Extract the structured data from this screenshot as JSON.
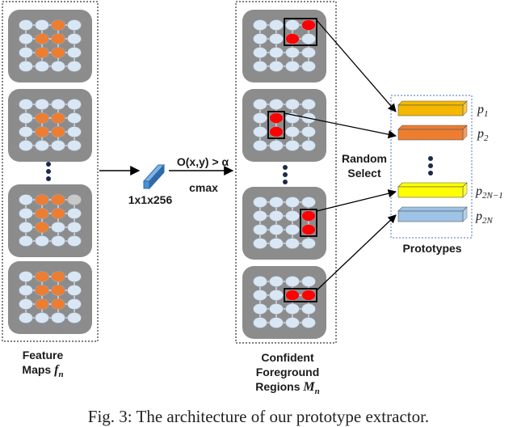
{
  "labels": {
    "feature_maps_line1": "Feature",
    "feature_maps_line2": "Maps",
    "feature_maps_symbol": "f",
    "feature_maps_sub": "n",
    "dim": "1x1x256",
    "condition": "O(x,y) > α",
    "cmax": "cmax",
    "regions_line1": "Confident",
    "regions_line2": "Foreground",
    "regions_line3": "Regions",
    "regions_symbol": "M",
    "regions_sub": "n",
    "random_line1": "Random",
    "random_line2": "Select",
    "prototypes": "Prototypes"
  },
  "prototypes": [
    {
      "symbol": "p",
      "sub": "1",
      "color": "#f5b800"
    },
    {
      "symbol": "p",
      "sub": "2",
      "color": "#ed7d31"
    },
    {
      "symbol": "p",
      "sub": "2N−1",
      "color": "#ffff00"
    },
    {
      "symbol": "p",
      "sub": "2N",
      "color": "#9dc3e6"
    }
  ],
  "caption": "Fig. 3: The architecture of our prototype extractor.",
  "colors": {
    "tile": "#8c8c8c",
    "node": "#d9e6f4",
    "active_node": "#ed7d31",
    "region": "#ff0000",
    "cube": "#4a90d9"
  },
  "feature_maps": [
    {
      "active": [
        [
          0,
          2
        ],
        [
          1,
          1
        ],
        [
          1,
          2
        ],
        [
          2,
          1
        ],
        [
          2,
          2
        ]
      ],
      "pale": []
    },
    {
      "active": [
        [
          1,
          1
        ],
        [
          1,
          2
        ],
        [
          2,
          1
        ],
        [
          2,
          2
        ]
      ],
      "pale": []
    },
    {
      "active": [
        [
          0,
          1
        ],
        [
          0,
          2
        ],
        [
          1,
          1
        ],
        [
          1,
          2
        ],
        [
          2,
          1
        ]
      ],
      "pale": [
        [
          0,
          3
        ]
      ]
    },
    {
      "active": [
        [
          0,
          1
        ],
        [
          0,
          2
        ],
        [
          1,
          1
        ],
        [
          1,
          2
        ],
        [
          2,
          1
        ],
        [
          2,
          2
        ]
      ],
      "pale": []
    }
  ],
  "regions": [
    {
      "active": [
        [
          0,
          3
        ],
        [
          1,
          2
        ]
      ],
      "box": "top"
    },
    {
      "active": [
        [
          1,
          1
        ],
        [
          2,
          1
        ]
      ],
      "box": "vert"
    },
    {
      "active": [
        [
          1,
          3
        ],
        [
          2,
          3
        ]
      ],
      "box": "vert"
    },
    {
      "active": [
        [
          1,
          2
        ],
        [
          1,
          3
        ]
      ],
      "box": "horiz"
    }
  ]
}
